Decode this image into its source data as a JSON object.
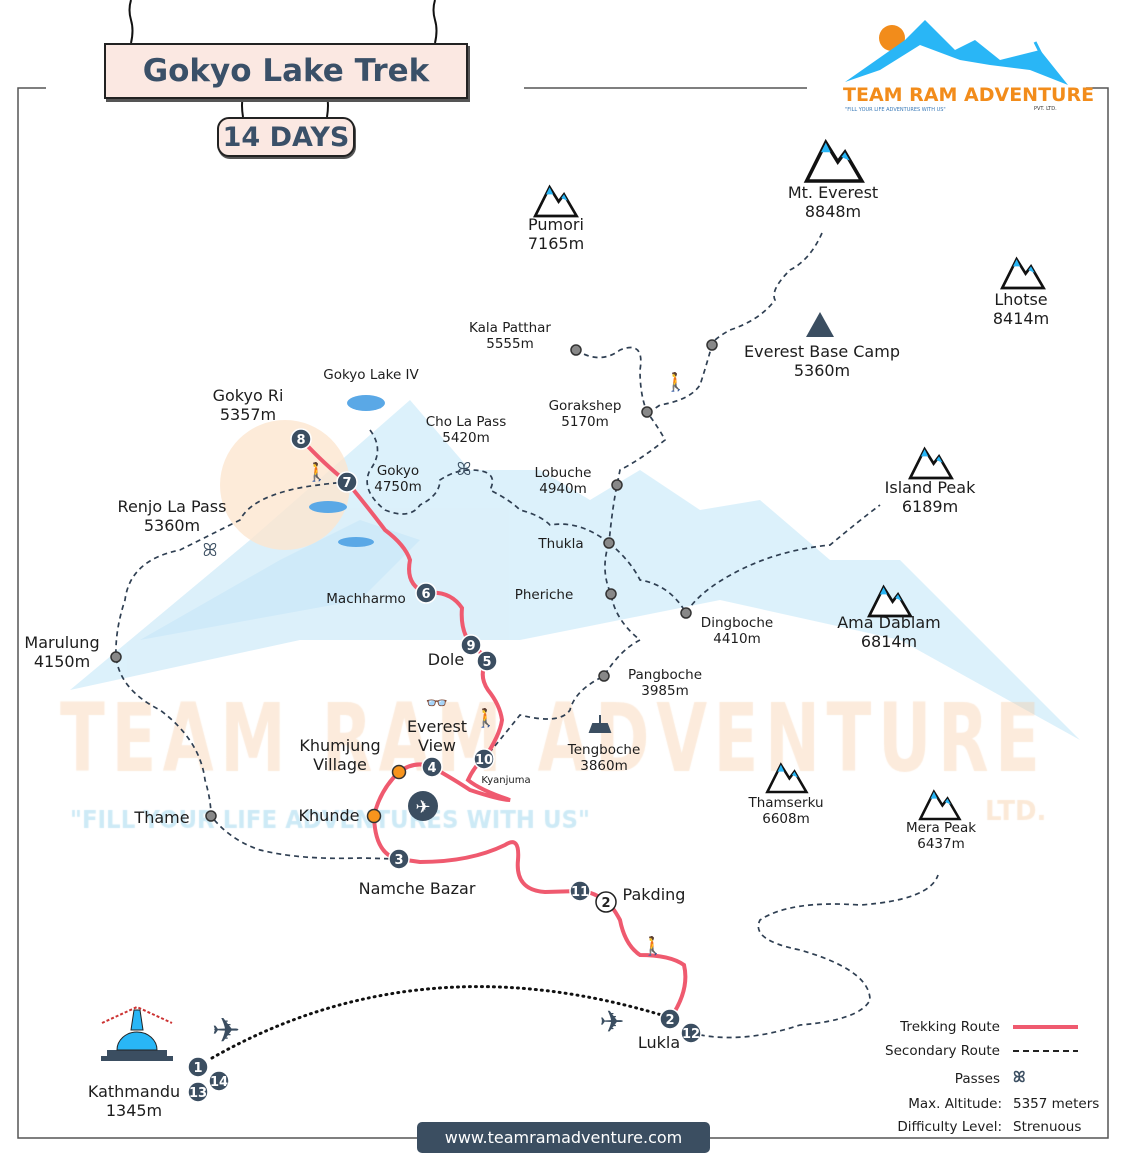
{
  "title": "Gokyo Lake Trek",
  "duration": "14 DAYS",
  "logo": {
    "name": "TEAM RAM ADVENTURE",
    "tagline": "\"FILL YOUR LIFE ADVENTURES WITH US\"",
    "suffix": "PVT. LTD."
  },
  "watermark": {
    "name": "TEAM RAM ADVENTURE",
    "tagline": "\"FILL YOUR LIFE ADVENTURES WITH US\"",
    "suffix": "LTD."
  },
  "places": [
    {
      "name": "Pumori",
      "alt": "7165m"
    },
    {
      "name": "Mt. Everest",
      "alt": "8848m"
    },
    {
      "name": "Lhotse",
      "alt": "8414m"
    },
    {
      "name": "Kala Patthar",
      "alt": "5555m"
    },
    {
      "name": "Everest Base Camp",
      "alt": "5360m"
    },
    {
      "name": "Gorakshep",
      "alt": "5170m"
    },
    {
      "name": "Gokyo Lake IV",
      "alt": ""
    },
    {
      "name": "Gokyo Ri",
      "alt": "5357m"
    },
    {
      "name": "Cho La Pass",
      "alt": "5420m"
    },
    {
      "name": "Gokyo",
      "alt": "4750m"
    },
    {
      "name": "Lobuche",
      "alt": "4940m"
    },
    {
      "name": "Island Peak",
      "alt": "6189m"
    },
    {
      "name": "Renjo La Pass",
      "alt": "5360m"
    },
    {
      "name": "Thukla",
      "alt": ""
    },
    {
      "name": "Machharmo",
      "alt": ""
    },
    {
      "name": "Pheriche",
      "alt": ""
    },
    {
      "name": "Dingboche",
      "alt": "4410m"
    },
    {
      "name": "Ama Dablam",
      "alt": "6814m"
    },
    {
      "name": "Marulung",
      "alt": "4150m"
    },
    {
      "name": "Dole",
      "alt": ""
    },
    {
      "name": "Pangboche",
      "alt": "3985m"
    },
    {
      "name": "Everest",
      "alt": "View"
    },
    {
      "name": "Khumjung",
      "alt": "Village"
    },
    {
      "name": "Tengboche",
      "alt": "3860m"
    },
    {
      "name": "Kyanjuma",
      "alt": ""
    },
    {
      "name": "Thamserku",
      "alt": "6608m"
    },
    {
      "name": "Mera Peak",
      "alt": "6437m"
    },
    {
      "name": "Thame",
      "alt": ""
    },
    {
      "name": "Khunde",
      "alt": ""
    },
    {
      "name": "Namche Bazar",
      "alt": ""
    },
    {
      "name": "Pakding",
      "alt": ""
    },
    {
      "name": "Lukla",
      "alt": ""
    },
    {
      "name": "Kathmandu",
      "alt": "1345m"
    }
  ],
  "day_markers": [
    "1",
    "2",
    "2",
    "3",
    "4",
    "5",
    "6",
    "7",
    "8",
    "9",
    "10",
    "11",
    "12",
    "13",
    "14"
  ],
  "legend": {
    "trekking_route": "Trekking Route",
    "secondary_route": "Secondary Route",
    "passes": "Passes",
    "max_altitude_label": "Max. Altitude:",
    "max_altitude_value": "5357 meters",
    "difficulty_label": "Difficulty Level:",
    "difficulty_value": "Strenuous"
  },
  "website": "www.teamramadventure.com",
  "colors": {
    "trekking_route": "#ef5a6f",
    "secondary_route": "#2f3f52",
    "marker": "#3b4e61",
    "accent_blue": "#29b6f6",
    "accent_orange": "#f28c1b",
    "title_text": "#3a5068"
  }
}
